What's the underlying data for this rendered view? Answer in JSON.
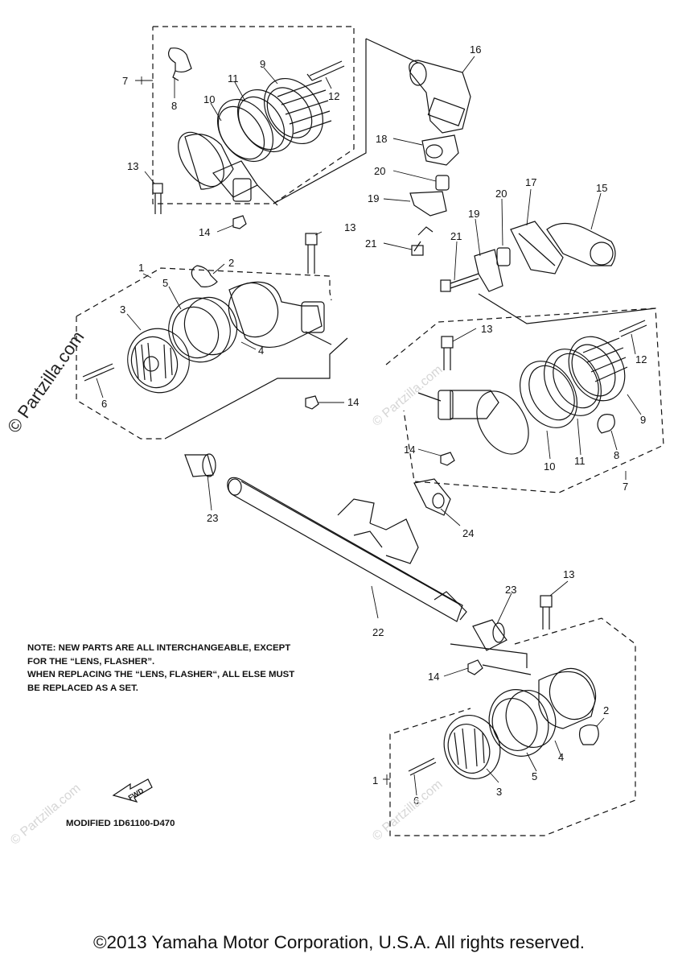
{
  "note_lines": [
    "NOTE: NEW PARTS ARE ALL INTERCHANGEABLE, EXCEPT",
    "FOR THE “LENS, FLASHER”.",
    "WHEN REPLACING THE “LENS, FLASHER“, ALL ELSE MUST",
    "BE REPLACED AS A SET."
  ],
  "modified_label": "MODIFIED 1D61100-D470",
  "fwd_label": "FWD",
  "copyright": "©2013 Yamaha Motor Corporation, U.S.A. All rights reserved.",
  "watermark": "© Partzilla.com",
  "callouts": {
    "c1a": "1",
    "c2a": "2",
    "c3a": "3",
    "c4a": "4",
    "c5a": "5",
    "c6a": "6",
    "c7a": "7",
    "c8a": "8",
    "c9a": "9",
    "c10a": "10",
    "c11a": "11",
    "c12a": "12",
    "c13a": "13",
    "c13b": "13",
    "c13c": "13",
    "c13d": "13",
    "c14a": "14",
    "c14b": "14",
    "c14c": "14",
    "c14d": "14",
    "c15": "15",
    "c16": "16",
    "c17": "17",
    "c18": "18",
    "c19a": "19",
    "c19b": "19",
    "c20a": "20",
    "c20b": "20",
    "c21a": "21",
    "c21b": "21",
    "c22": "22",
    "c23a": "23",
    "c23b": "23",
    "c24": "24",
    "c7b": "7",
    "c8b": "8",
    "c9b": "9",
    "c10b": "10",
    "c11b": "11",
    "c12b": "12",
    "c1b": "1",
    "c2b": "2",
    "c3b": "3",
    "c4b": "4",
    "c5b": "5",
    "c6b": "6"
  }
}
